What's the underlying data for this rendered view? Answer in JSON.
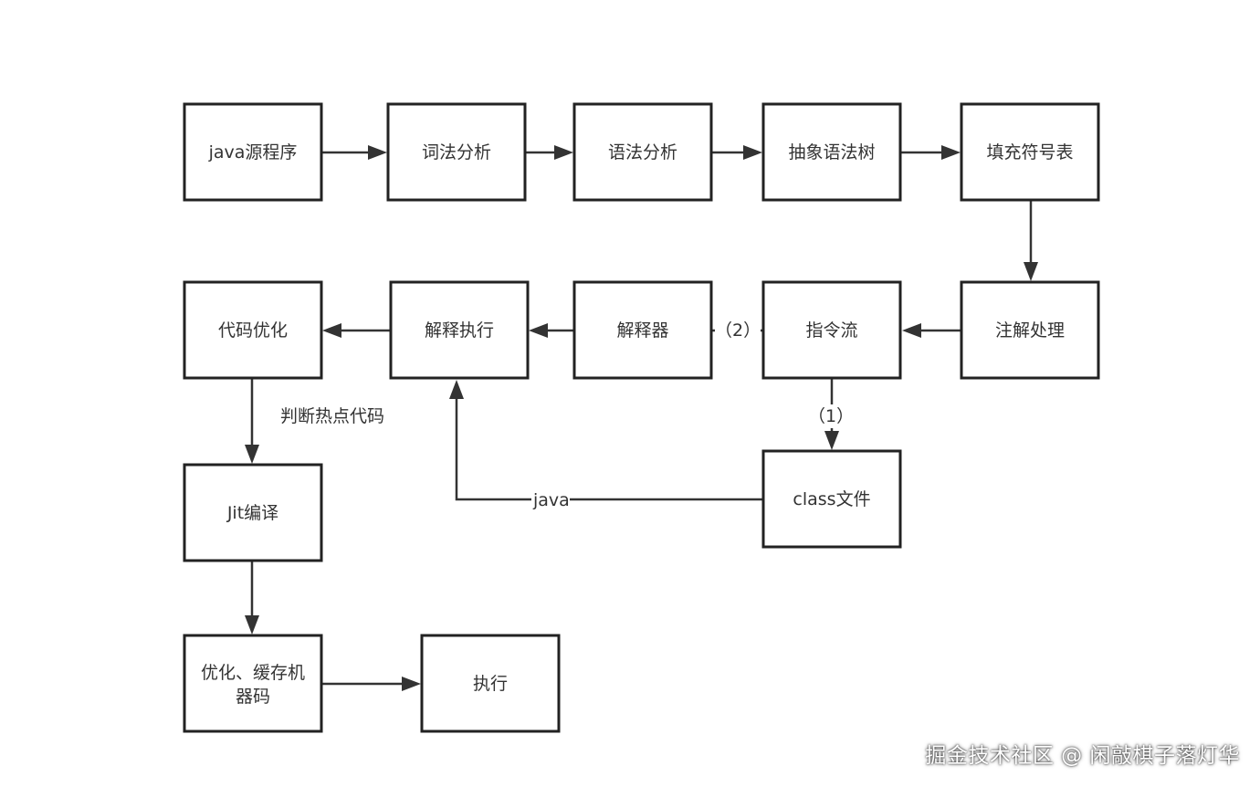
{
  "diagram": {
    "nodes": {
      "java_source": "java源程序",
      "lexical": "词法分析",
      "syntax": "语法分析",
      "ast": "抽象语法树",
      "symbol_table": "填充符号表",
      "annotation": "注解处理",
      "instruction_stream": "指令流",
      "interpreter": "解释器",
      "interpret_exec": "解释执行",
      "code_opt": "代码优化",
      "class_file": "class文件",
      "jit": "Jit编译",
      "opt_cache_line1": "优化、缓存机",
      "opt_cache_line2": "器码",
      "execute": "执行"
    },
    "edge_labels": {
      "two": "（2）",
      "one": "（1）",
      "java": "java",
      "hot_code": "判断热点代码"
    }
  },
  "watermark": "掘金技术社区 @ 闲敲棋子落灯华",
  "colors": {
    "box_stroke": "#222222",
    "line": "#333333",
    "text": "#333333"
  }
}
